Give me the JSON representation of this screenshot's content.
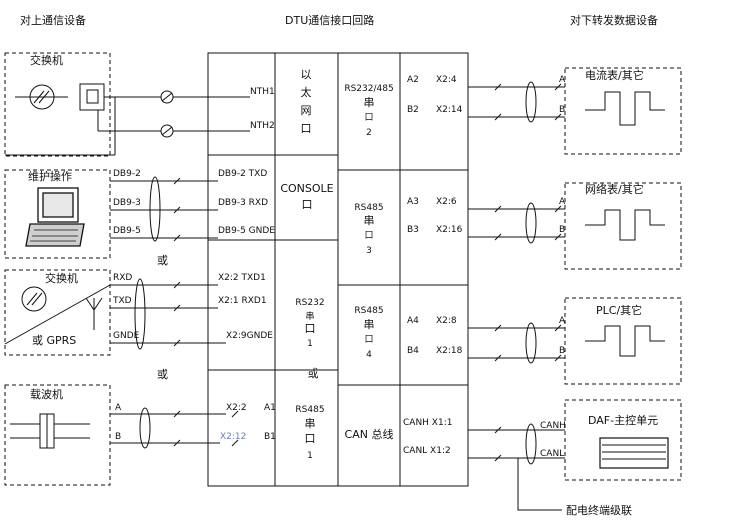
{
  "header": {
    "left": "对上通信设备",
    "center": "DTU通信接口回路",
    "right": "对下转发数据设备"
  },
  "left_devices": {
    "switch1": "交换机",
    "maintenance": "维护操作",
    "switch2": "交换机",
    "gprs": "或 GPRS",
    "carrier": "载波机"
  },
  "left_pins": {
    "db9_2": "DB9-2",
    "db9_3": "DB9-3",
    "db9_5": "DB9-5",
    "rxd": "RXD",
    "txd": "TXD",
    "gnde": "GNDE",
    "a": "A",
    "b": "B"
  },
  "or_text": "或",
  "dtu_pins": {
    "nth1": "NTH1",
    "nth2": "NTH2",
    "db9_2_txd": "DB9-2 TXD",
    "db9_3_rxd": "DB9-3 RXD",
    "db9_5_gnde": "DB9-5 GNDE",
    "x2_2_txd1": "X2:2 TXD1",
    "x2_1_rxd1": "X2:1 RXD1",
    "x2_9_gnde": "X2:9GNDE",
    "x2_2": "X2:2",
    "a1": "A1",
    "x2_12": "X2:12",
    "b1": "B1"
  },
  "dtu_ports": {
    "ethernet": [
      "以",
      "太",
      "网",
      "口"
    ],
    "console": "CONSOLE",
    "console_kou": "口",
    "rs232_title": "RS232",
    "rs232_chuan": "串",
    "rs232_kou": "口",
    "rs232_num": "1",
    "rs485_1_title": "RS485",
    "rs485_1_chuan": "串",
    "rs485_1_kou": "口",
    "rs485_1_num": "1",
    "rs232_485_2_title": "RS232/485",
    "rs232_485_2_chuan": "串",
    "rs232_485_2_kou": "口",
    "rs232_485_2_num": "2",
    "rs485_3_title": "RS485",
    "rs485_3_chuan": "串",
    "rs485_3_kou": "口",
    "rs485_3_num": "3",
    "rs485_4_title": "RS485",
    "rs485_4_chuan": "串",
    "rs485_4_kou": "口",
    "rs485_4_num": "4",
    "can": "CAN 总线"
  },
  "right_terminals": {
    "a2": "A2",
    "x2_4": "X2:4",
    "b2": "B2",
    "x2_14": "X2:14",
    "a3": "A3",
    "x2_6": "X2:6",
    "b3": "B3",
    "x2_16": "X2:16",
    "a4": "A4",
    "x2_8": "X2:8",
    "b4": "B4",
    "x2_18": "X2:18",
    "canh_x1_1": "CANH X1:1",
    "canl_x1_2": "CANL X1:2"
  },
  "right_devices": {
    "meter1": "电流表/其它",
    "meter2": "网络表/其它",
    "plc": "PLC/其它",
    "daf": "DAF-主控单元",
    "pin_a": "A",
    "pin_b": "B",
    "canh": "CANH",
    "canl": "CANL"
  },
  "footer": "配电终端级联"
}
